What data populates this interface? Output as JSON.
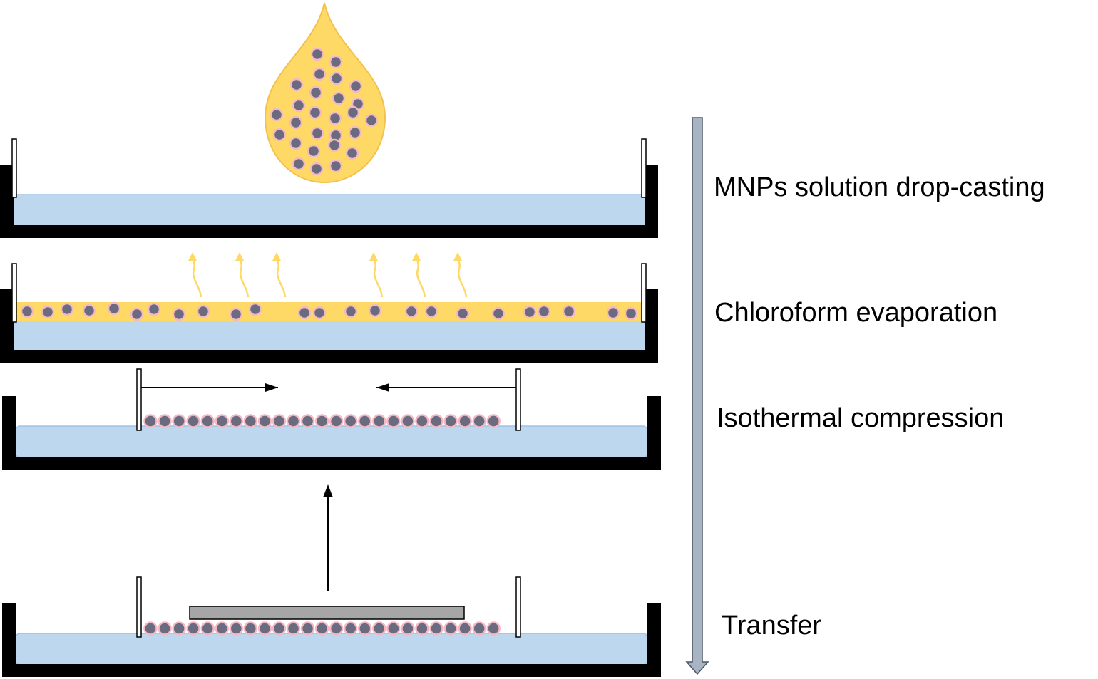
{
  "steps": [
    {
      "label": "MNPs solution drop-casting"
    },
    {
      "label": "Chloroform evaporation"
    },
    {
      "label": "Isothermal compression"
    },
    {
      "label": "Transfer"
    }
  ],
  "colors": {
    "trough": "#000000",
    "subphase": "#bdd7ee",
    "subphase_edge": "#9dc3e6",
    "chloroform": "#ffd966",
    "droplet_edge": "#f4b183",
    "particle_core": "#6b6b80",
    "particle_ring": "#f4b8c4",
    "vapor_arrow": "#ffd966",
    "substrate": "#a6a6a6",
    "progress_arrow": "#a9b4c2"
  },
  "icons": {
    "progress": "down-arrow-icon",
    "compression": "barrier-arrow-icon",
    "transfer": "up-arrow-icon"
  }
}
